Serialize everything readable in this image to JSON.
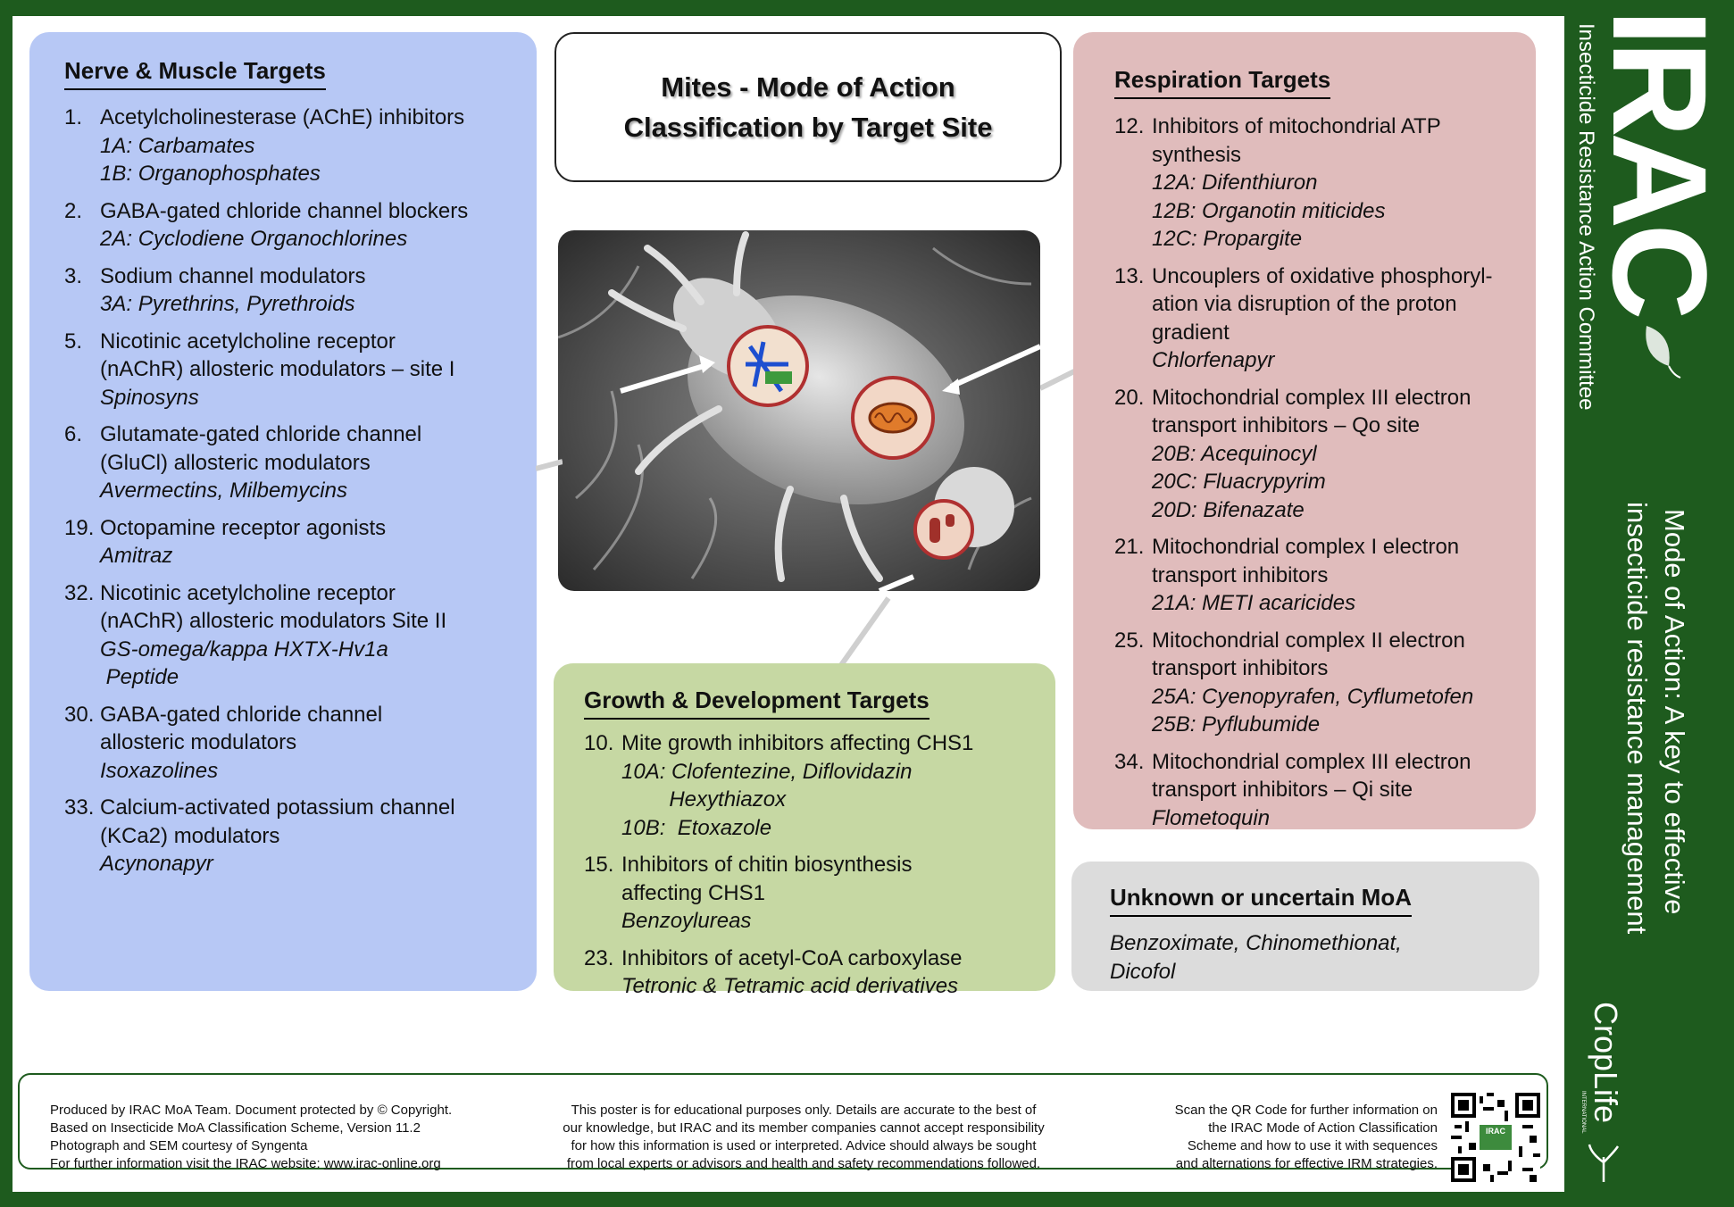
{
  "title": {
    "line1": "Mites - Mode of Action",
    "line2": "Classification by Target Site"
  },
  "nerve": {
    "heading": "Nerve & Muscle Targets",
    "items": [
      {
        "num": "1.",
        "lines": [
          "Acetylcholinesterase (AChE) inhibitors"
        ],
        "subs": [
          "1A: Carbamates",
          "1B: Organophosphates"
        ]
      },
      {
        "num": "2.",
        "lines": [
          "GABA-gated chloride channel blockers"
        ],
        "subs": [
          "2A: Cyclodiene Organochlorines"
        ]
      },
      {
        "num": "3.",
        "lines": [
          "Sodium channel modulators"
        ],
        "subs": [
          "3A: Pyrethrins, Pyrethroids"
        ]
      },
      {
        "num": "5.",
        "lines": [
          "Nicotinic acetylcholine receptor",
          "(nAChR) allosteric modulators – site I"
        ],
        "subs": [
          "Spinosyns"
        ]
      },
      {
        "num": "6.",
        "lines": [
          "Glutamate-gated chloride channel",
          "(GluCl) allosteric modulators"
        ],
        "subs": [
          "Avermectins, Milbemycins"
        ]
      },
      {
        "num": "19.",
        "lines": [
          "Octopamine receptor agonists"
        ],
        "subs": [
          "Amitraz"
        ]
      },
      {
        "num": "32.",
        "lines": [
          "Nicotinic acetylcholine receptor",
          "(nAChR) allosteric modulators Site II"
        ],
        "subs": [
          "GS-omega/kappa HXTX-Hv1a",
          " Peptide"
        ]
      },
      {
        "num": "30.",
        "lines": [
          "GABA-gated chloride channel",
          "allosteric modulators"
        ],
        "subs": [
          "Isoxazolines"
        ]
      },
      {
        "num": "33.",
        "lines": [
          "Calcium-activated potassium channel",
          "(KCa2) modulators"
        ],
        "subs": [
          "Acynonapyr"
        ]
      }
    ]
  },
  "respiration": {
    "heading": "Respiration Targets",
    "items": [
      {
        "num": "12.",
        "lines": [
          "Inhibitors of mitochondrial ATP",
          "synthesis"
        ],
        "subs": [
          "12A: Difenthiuron",
          "12B: Organotin miticides",
          "12C: Propargite"
        ]
      },
      {
        "num": "13.",
        "lines": [
          "Uncouplers of oxidative phosphoryl-",
          "ation via disruption of the proton",
          "gradient"
        ],
        "subs": [
          "Chlorfenapyr"
        ]
      },
      {
        "num": "20.",
        "lines": [
          "Mitochondrial complex III electron",
          "transport inhibitors – Qo site"
        ],
        "subs": [
          "20B: Acequinocyl",
          "20C: Fluacrypyrim",
          "20D: Bifenazate"
        ]
      },
      {
        "num": "21.",
        "lines": [
          "Mitochondrial complex I electron",
          "transport inhibitors"
        ],
        "subs": [
          "21A: METI acaricides"
        ]
      },
      {
        "num": "25.",
        "lines": [
          "Mitochondrial complex II electron",
          "transport inhibitors"
        ],
        "subs": [
          "25A: Cyenopyrafen, Cyflumetofen",
          "25B: Pyflubumide"
        ]
      },
      {
        "num": "34.",
        "lines": [
          "Mitochondrial complex III electron",
          "transport inhibitors – Qi site"
        ],
        "subs": [
          "Flometoquin"
        ]
      }
    ]
  },
  "growth": {
    "heading": "Growth & Development Targets",
    "items": [
      {
        "num": "10.",
        "lines": [
          "Mite growth inhibitors affecting CHS1"
        ],
        "subs": [
          "10A: Clofentezine, Diflovidazin",
          "        Hexythiazox",
          "10B:  Etoxazole"
        ]
      },
      {
        "num": "15.",
        "lines": [
          "Inhibitors of chitin biosynthesis",
          "affecting CHS1"
        ],
        "subs": [
          "Benzoylureas"
        ]
      },
      {
        "num": "23.",
        "lines": [
          "Inhibitors of acetyl-CoA carboxylase"
        ],
        "subs": [
          "Tetronic & Tetramic acid derivatives"
        ]
      }
    ]
  },
  "unknown": {
    "heading": "Unknown or uncertain MoA",
    "line1": "Benzoximate, Chinomethionat,",
    "line2": "Dicofol"
  },
  "footer": {
    "left": [
      "Produced by IRAC MoA Team. Document protected by © Copyright.",
      "Based on Insecticide MoA Classification Scheme, Version 11.2",
      "Photograph and SEM courtesy of Syngenta",
      "For further information visit the IRAC website: "
    ],
    "link": "www.irac-online.org",
    "middle": [
      "This poster is for educational purposes only. Details are accurate to the best of",
      "our knowledge, but IRAC and its member companies cannot accept responsibility",
      "for how this information is used or interpreted. Advice should always be sought",
      "from local experts or advisors and health and safety recommendations followed."
    ],
    "right": [
      "Scan the QR Code for further information on",
      "the IRAC Mode of Action Classification",
      "Scheme and how to use it with sequences",
      "and alternations for effective IRM strategies."
    ],
    "qr_label": "IRAC"
  },
  "sidebar": {
    "logo": "IRAC",
    "org": "Insecticide Resistance Action Committee",
    "tagline1": "Mode of Action: A key to effective",
    "tagline2": "insecticide resistance management",
    "croplife": "CropLife",
    "croplife_sub": "INTERNATIONAL"
  }
}
